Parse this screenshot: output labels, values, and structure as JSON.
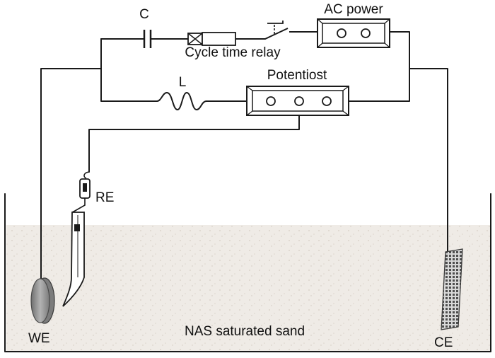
{
  "labels": {
    "capacitor": "C",
    "relay": "Cycle time relay",
    "ac_power": "AC power",
    "inductor": "L",
    "potentiostat": "Potentiost",
    "reference_electrode": "RE",
    "working_electrode": "WE",
    "counter_electrode": "CE",
    "medium": "NAS saturated sand"
  },
  "colors": {
    "line": "#1a1a1a",
    "sand": "#efebe6",
    "sand_speckle": "#d9d2c8",
    "electrode_gray": "#9a9a9a",
    "mesh_gray": "#5a5a5a"
  }
}
